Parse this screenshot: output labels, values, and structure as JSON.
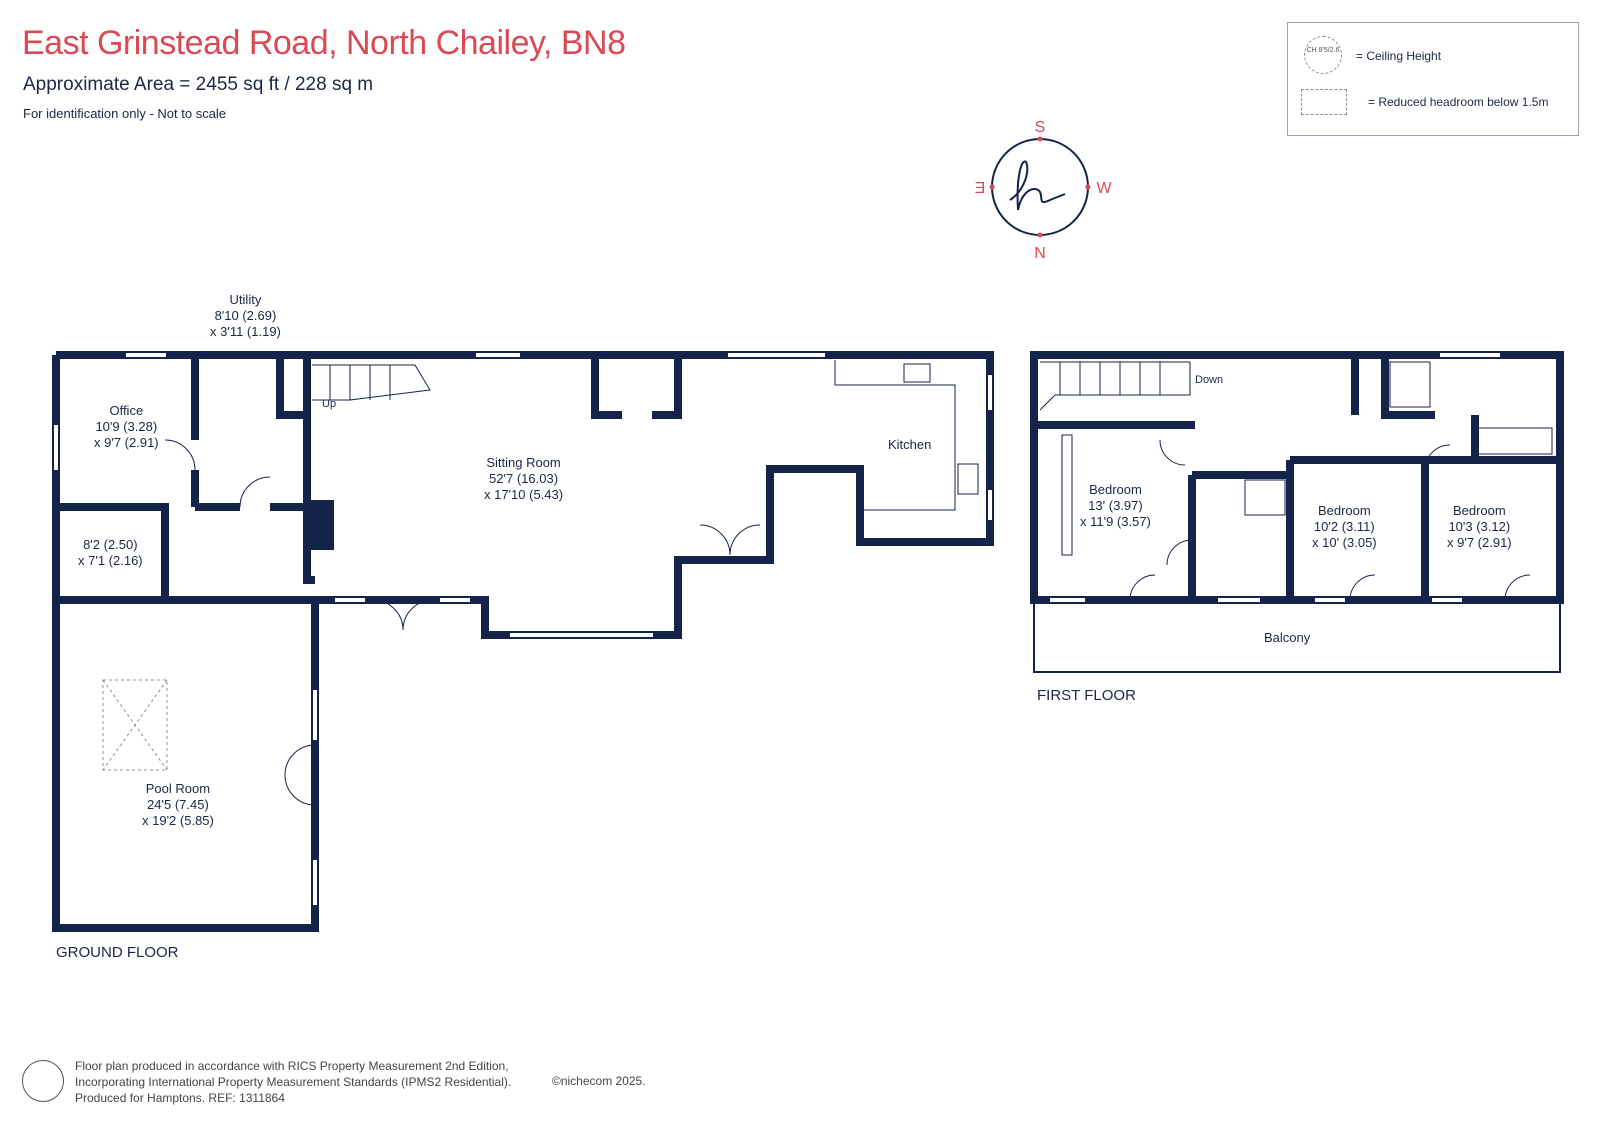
{
  "header": {
    "title": "East Grinstead Road, North Chailey, BN8",
    "area": "Approximate Area = 2455 sq ft / 228 sq m",
    "note": "For identification only - Not to scale"
  },
  "legend": {
    "ceiling_symbol": "CH 8'5/2.6",
    "ceiling_label": "= Ceiling Height",
    "reduced_label": "= Reduced headroom below 1.5m"
  },
  "compass": {
    "top": "S",
    "right": "W",
    "bottom": "N",
    "left": "E",
    "icon": "compass-logo-icon"
  },
  "ground_floor": {
    "label": "GROUND FLOOR",
    "rooms": {
      "utility": {
        "name": "Utility",
        "dim1": "8'10 (2.69)",
        "dim2": "x 3'11 (1.19)"
      },
      "office": {
        "name": "Office",
        "dim1": "10'9 (3.28)",
        "dim2": "x 9'7 (2.91)"
      },
      "small_room": {
        "dim1": "8'2 (2.50)",
        "dim2": "x 7'1 (2.16)"
      },
      "sitting_room": {
        "name": "Sitting Room",
        "dim1": "52'7 (16.03)",
        "dim2": "x 17'10 (5.43)"
      },
      "kitchen": {
        "name": "Kitchen"
      },
      "pool_room": {
        "name": "Pool Room",
        "dim1": "24'5 (7.45)",
        "dim2": "x 19'2 (5.85)"
      }
    },
    "stairs_label": "Up"
  },
  "first_floor": {
    "label": "FIRST FLOOR",
    "stairs_label": "Down",
    "rooms": {
      "bedroom1": {
        "name": "Bedroom",
        "dim1": "13' (3.97)",
        "dim2": "x 11'9 (3.57)"
      },
      "bedroom2": {
        "name": "Bedroom",
        "dim1": "10'2 (3.11)",
        "dim2": "x 10' (3.05)"
      },
      "bedroom3": {
        "name": "Bedroom",
        "dim1": "10'3 (3.12)",
        "dim2": "x 9'7 (2.91)"
      },
      "balcony": {
        "name": "Balcony"
      }
    }
  },
  "footer": {
    "line1": "Floor plan produced in accordance with RICS Property Measurement 2nd Edition,",
    "line2": "Incorporating International Property Measurement Standards (IPMS2 Residential).",
    "line3": "Produced for Hamptons.   REF: 1311864",
    "copyright": "©nichecom 2025."
  },
  "colors": {
    "wall": "#142349",
    "title": "#d84a54",
    "text": "#1b2746"
  }
}
